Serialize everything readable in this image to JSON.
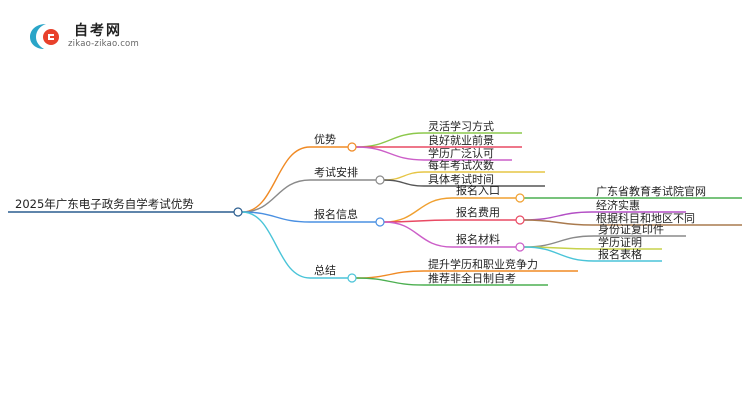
{
  "logo": {
    "title": "自考网",
    "url": "zikao-zikao.com",
    "colors": {
      "left": "#2aa5c8",
      "right": "#e8412c"
    }
  },
  "mindmap": {
    "root": "2025年广东电子政务自学考试优势",
    "branches": [
      {
        "label": "优势",
        "color": "#f08a24",
        "children": [
          {
            "label": "灵活学习方式",
            "color": "#8cc84b"
          },
          {
            "label": "良好就业前景",
            "color": "#e94a63"
          },
          {
            "label": "学历广泛认可",
            "color": "#cc5ec8"
          }
        ]
      },
      {
        "label": "考试安排",
        "color": "#8a8a8a",
        "children": [
          {
            "label": "每年考试次数",
            "color": "#e6c545"
          },
          {
            "label": "具体考试时间",
            "color": "#555555"
          }
        ]
      },
      {
        "label": "报名信息",
        "color": "#4a90e2",
        "children": [
          {
            "label": "报名入口",
            "color": "#f0a030",
            "children": [
              {
                "label": "广东省教育考试院官网",
                "color": "#4caf50"
              }
            ]
          },
          {
            "label": "报名费用",
            "color": "#e94a63",
            "children": [
              {
                "label": "经济实惠",
                "color": "#b34fc5"
              },
              {
                "label": "根据科目和地区不同",
                "color": "#a97a4e"
              }
            ]
          },
          {
            "label": "报名材料",
            "color": "#cc5ec8",
            "children": [
              {
                "label": "身份证复印件",
                "color": "#8a8a8a"
              },
              {
                "label": "学历证明",
                "color": "#c7d24b"
              },
              {
                "label": "报名表格",
                "color": "#4ac4d8"
              }
            ]
          }
        ]
      },
      {
        "label": "总结",
        "color": "#4ac4d8",
        "children": [
          {
            "label": "提升学历和职业竞争力",
            "color": "#f08a24"
          },
          {
            "label": "推荐非全日制自考",
            "color": "#4caf50"
          }
        ]
      }
    ]
  }
}
